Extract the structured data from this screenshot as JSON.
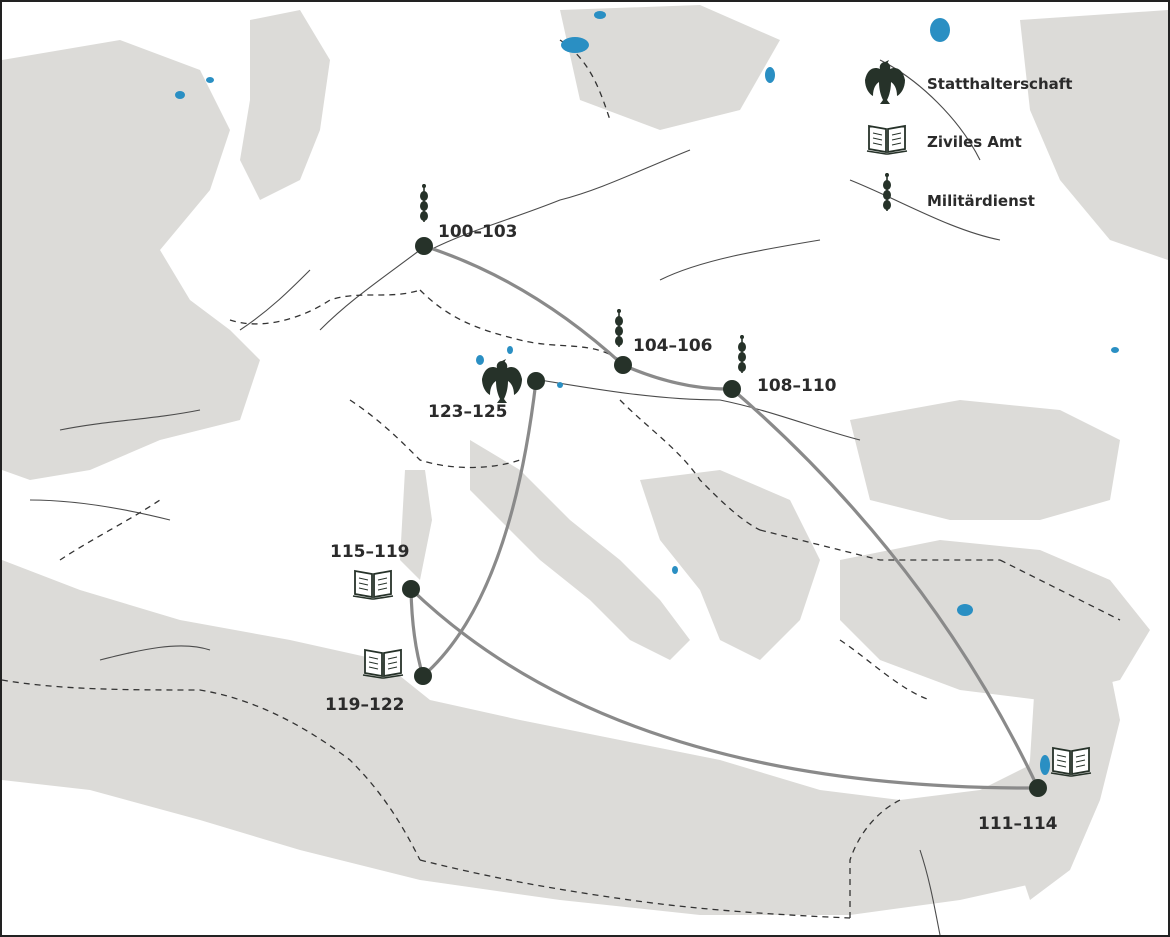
{
  "legend": {
    "governorship": "Statthalterschaft",
    "civil_office": "Ziviles Amt",
    "military_service": "Militärdienst"
  },
  "stations": [
    {
      "id": "s100",
      "label": "100–103",
      "icon": "military-icon"
    },
    {
      "id": "s104",
      "label": "104–106",
      "icon": "military-icon"
    },
    {
      "id": "s108",
      "label": "108–110",
      "icon": "military-icon"
    },
    {
      "id": "s111",
      "label": "111–114",
      "icon": "book-icon"
    },
    {
      "id": "s115",
      "label": "115–119",
      "icon": "book-icon"
    },
    {
      "id": "s119",
      "label": "119–122",
      "icon": "book-icon"
    },
    {
      "id": "s123",
      "label": "123–125",
      "icon": "eagle-icon"
    }
  ],
  "colors": {
    "land": "#dcdbd8",
    "sea": "#ffffff",
    "water": "#2a8fc3",
    "route": "#8a8a8a",
    "marker": "#263229"
  }
}
